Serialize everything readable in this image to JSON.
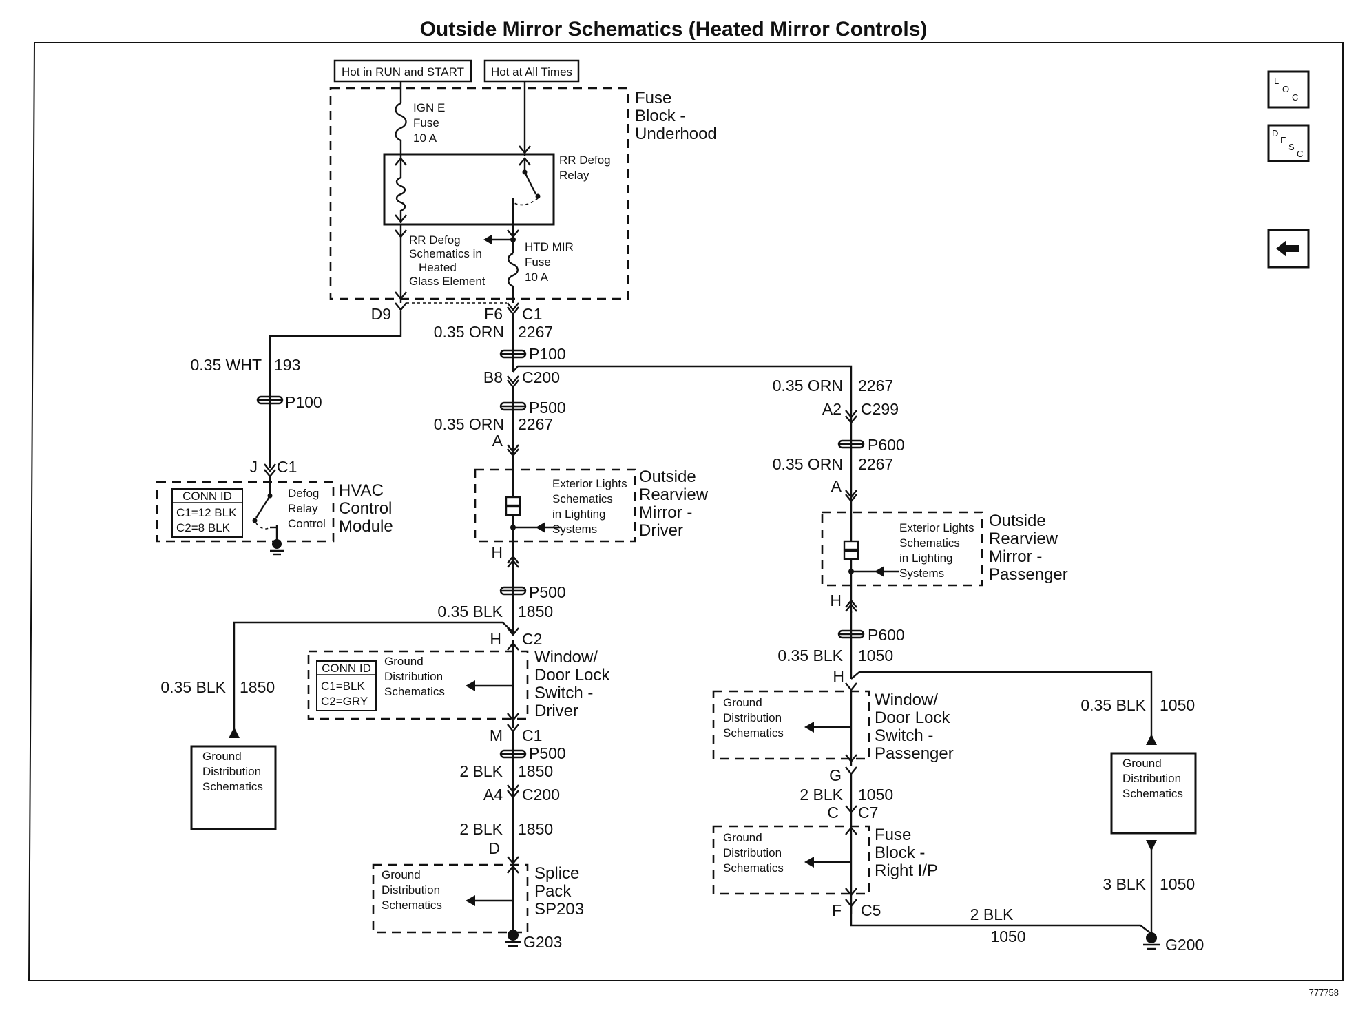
{
  "title": "Outside Mirror Schematics (Heated Mirror Controls)",
  "doc_number": "777758",
  "nav": {
    "loc": "LOC",
    "desc": "DESC",
    "back_icon": "left-arrow-icon"
  },
  "fuse_block_underhood": {
    "hot_run_start": "Hot in RUN and START",
    "hot_all_times": "Hot at All Times",
    "name": [
      "Fuse",
      "Block -",
      "Underhood"
    ],
    "ign_fuse": [
      "IGN E",
      "Fuse",
      "10 A"
    ],
    "relay": [
      "RR Defog",
      "Relay"
    ],
    "rr_defog_ref": [
      "RR Defog",
      "Schematics in",
      "Heated",
      "Glass Element"
    ],
    "htd_fuse": [
      "HTD MIR",
      "Fuse",
      "10 A"
    ]
  },
  "wires": {
    "d9": "D9",
    "f6": "F6",
    "c1_top": "C1",
    "orn_a": "0.35 ORN",
    "c2267_a": "2267",
    "p100_a": "P100",
    "b8": "B8",
    "c200_a": "C200",
    "p500_a": "P500",
    "orn_b": "0.35 ORN",
    "c2267_b": "2267",
    "a_drv": "A",
    "wht": "0.35 WHT",
    "c193": "193",
    "p100_b": "P100",
    "j": "J",
    "c1_hvac": "C1",
    "orn_c": "0.35 ORN",
    "c2267_c": "2267",
    "a2": "A2",
    "c299": "C299",
    "p600_a": "P600",
    "orn_d": "0.35 ORN",
    "c2267_d": "2267",
    "a_pass": "A",
    "h_drv": "H",
    "p500_b": "P500",
    "blk_a": "0.35 BLK",
    "c1850_a": "1850",
    "h_c2": "H",
    "c2": "C2",
    "blk_b": "0.35 BLK",
    "c1850_b": "1850",
    "m": "M",
    "c1_m": "C1",
    "p500_c": "P500",
    "blk2_a": "2 BLK",
    "c1850_c": "1850",
    "a4": "A4",
    "c200_b": "C200",
    "blk2_b": "2 BLK",
    "c1850_d": "1850",
    "d": "D",
    "g203": "G203",
    "h_pass": "H",
    "p600_b": "P600",
    "blk_c": "0.35 BLK",
    "c1050_a": "1050",
    "h_wds": "H",
    "blk_d": "0.35 BLK",
    "c1050_b": "1050",
    "g": "G",
    "blk2_c": "2 BLK",
    "c1050_c": "1050",
    "c": "C",
    "c7": "C7",
    "f": "F",
    "c5": "C5",
    "blk2_d": "2 BLK",
    "c1050_d": "1050",
    "blk3": "3 BLK",
    "c1050_e": "1050",
    "g200": "G200"
  },
  "hvac": {
    "conn_id": "CONN ID",
    "c1": "C1=12 BLK",
    "c2": "C2=8 BLK",
    "control": [
      "Defog",
      "Relay",
      "Control"
    ],
    "name": [
      "HVAC",
      "Control",
      "Module"
    ]
  },
  "mirror_driver": {
    "ref": [
      "Exterior Lights",
      "Schematics",
      "in Lighting",
      "Systems"
    ],
    "name": [
      "Outside",
      "Rearview",
      "Mirror -",
      "Driver"
    ]
  },
  "mirror_passenger": {
    "ref": [
      "Exterior Lights",
      "Schematics",
      "in Lighting",
      "Systems"
    ],
    "name": [
      "Outside",
      "Rearview",
      "Mirror -",
      "Passenger"
    ]
  },
  "switch_driver": {
    "conn_id": "CONN ID",
    "c1": "C1=BLK",
    "c2": "C2=GRY",
    "ref": [
      "Ground",
      "Distribution",
      "Schematics"
    ],
    "name": [
      "Window/",
      "Door Lock",
      "Switch -",
      "Driver"
    ]
  },
  "switch_passenger": {
    "ref": [
      "Ground",
      "Distribution",
      "Schematics"
    ],
    "name": [
      "Window/",
      "Door Lock",
      "Switch -",
      "Passenger"
    ]
  },
  "ground_left": [
    "Ground",
    "Distribution",
    "Schematics"
  ],
  "ground_right": [
    "Ground",
    "Distribution",
    "Schematics"
  ],
  "splice_pack": {
    "ref": [
      "Ground",
      "Distribution",
      "Schematics"
    ],
    "name": [
      "Splice",
      "Pack",
      "SP203"
    ]
  },
  "fuse_block_ip": {
    "ref": [
      "Ground",
      "Distribution",
      "Schematics"
    ],
    "name": [
      "Fuse",
      "Block -",
      "Right I/P"
    ]
  }
}
